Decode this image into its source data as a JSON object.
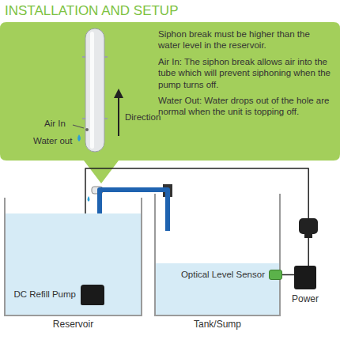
{
  "diagram": {
    "title": "INSTALLATION AND SETUP",
    "nodes": [
      {
        "text": [
          "Siphon break must be higher than the water level in the reservoir.",
          "Air In: The siphon break allows air into the tube which will prevent siphoning when the pump turns off.",
          "Water Out: Water drops out of the hole are normal when the unit is topping off."
        ]
      },
      {
        "text": [
          "Reservoir"
        ]
      },
      {
        "text": [
          "DC Refill Pump"
        ],
        "in": 1
      },
      {
        "text": [
          "Tank/Sump"
        ]
      },
      {
        "text": [
          "Optical Level Sensor"
        ],
        "in": 3
      },
      {
        "text": [
          "Power"
        ]
      }
    ],
    "edges": [
      {
        "from": 2,
        "to": 3,
        "arrow": "none"
      },
      {
        "from": 2,
        "to": 5,
        "arrow": "none"
      },
      {
        "from": 4,
        "to": 5,
        "arrow": "none"
      }
    ],
    "labels": [
      "Air In",
      "Water out",
      "Direction"
    ]
  }
}
